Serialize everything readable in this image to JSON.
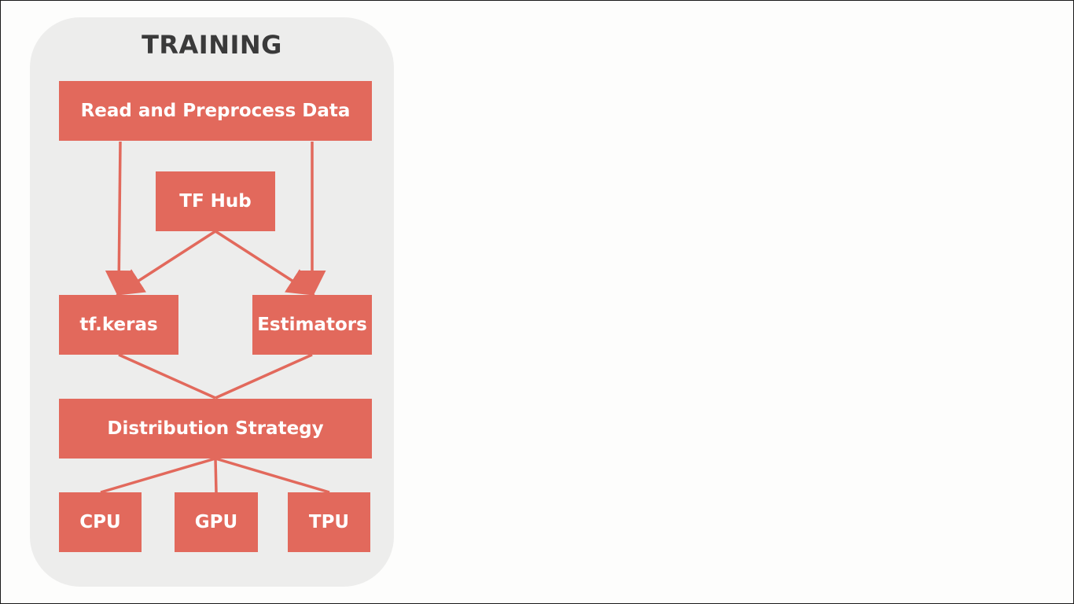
{
  "diagram": {
    "title": "TRAINING",
    "nodes": {
      "read_preprocess": "Read and Preprocess Data",
      "tf_hub": "TF Hub",
      "tf_keras": "tf.keras",
      "estimators": "Estimators",
      "distribution_strategy": "Distribution Strategy",
      "cpu": "CPU",
      "gpu": "GPU",
      "tpu": "TPU"
    },
    "edges": [
      {
        "from": "read_preprocess",
        "to": "tf_keras",
        "arrow": true
      },
      {
        "from": "read_preprocess",
        "to": "estimators",
        "arrow": true
      },
      {
        "from": "tf_hub",
        "to": "tf_keras",
        "arrow": true
      },
      {
        "from": "tf_hub",
        "to": "estimators",
        "arrow": true
      },
      {
        "from": "tf_keras",
        "to": "distribution_strategy",
        "arrow": false
      },
      {
        "from": "estimators",
        "to": "distribution_strategy",
        "arrow": false
      },
      {
        "from": "distribution_strategy",
        "to": "cpu",
        "arrow": false
      },
      {
        "from": "distribution_strategy",
        "to": "gpu",
        "arrow": false
      },
      {
        "from": "distribution_strategy",
        "to": "tpu",
        "arrow": false
      }
    ],
    "colors": {
      "node_fill": "#e2695c",
      "node_text": "#ffffff",
      "panel_background": "#ededec",
      "title_text": "#3a3a3a",
      "connector": "#e2695c"
    }
  }
}
